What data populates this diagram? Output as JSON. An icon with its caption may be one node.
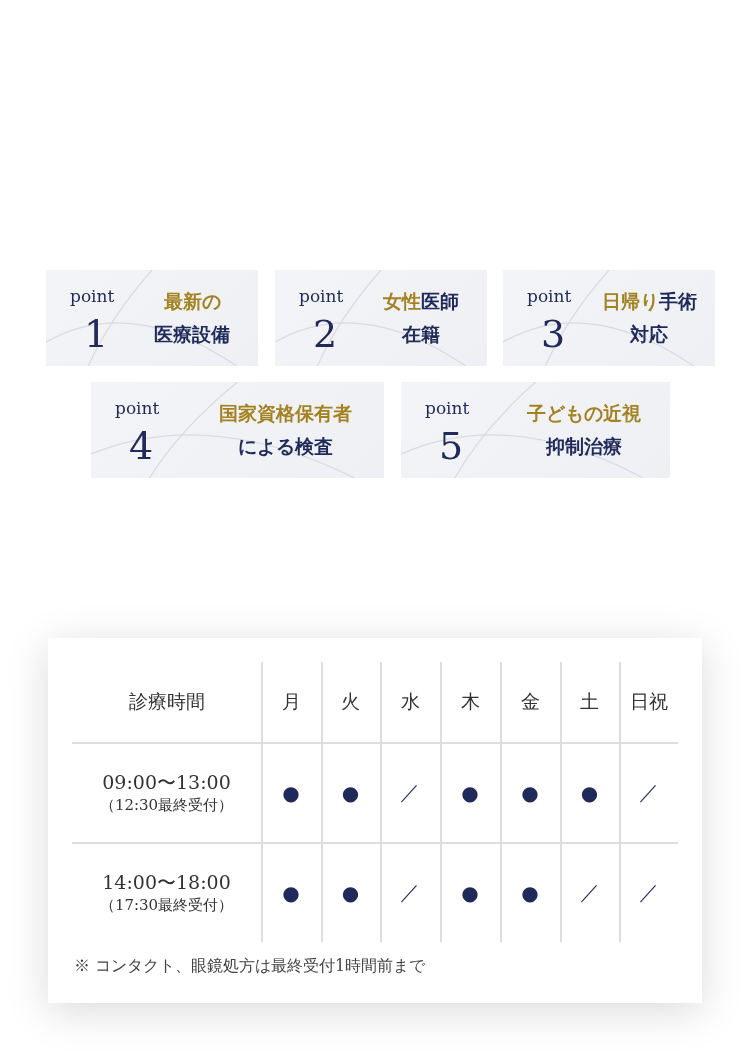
{
  "diagram": {
    "nodes": [
      {
        "text": [
          "point",
          "1",
          "最新の医療設備"
        ]
      },
      {
        "text": [
          "point",
          "2",
          "女性医師在籍"
        ]
      },
      {
        "text": [
          "point",
          "3",
          "日帰り手術対応"
        ]
      },
      {
        "text": [
          "point",
          "4",
          "国家資格保有者による検査"
        ]
      },
      {
        "text": [
          "point",
          "5",
          "子どもの近視抑制治療"
        ]
      }
    ],
    "labels": [
      "診療時間",
      "月",
      "火",
      "水",
      "木",
      "金",
      "土",
      "日祝",
      "09:00〜13:00",
      "（12:30最終受付）",
      "●",
      "●",
      "／",
      "●",
      "●",
      "●",
      "／",
      "14:00〜18:00",
      "（17:30最終受付）",
      "●",
      "●",
      "／",
      "●",
      "●",
      "／",
      "／",
      "※ コンタクト、眼鏡処方は最終受付1時間前まで"
    ]
  }
}
